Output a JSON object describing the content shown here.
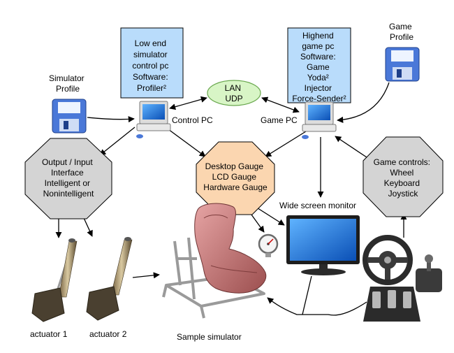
{
  "low_end_pc_box": {
    "lines": [
      "Low end",
      "simulator",
      "control pc",
      "Software:",
      "Profiler²"
    ]
  },
  "highend_pc_box": {
    "lines": [
      "Highend",
      "game pc",
      "Software:",
      "Game",
      "Yoda²",
      "Injector",
      "Force-Sender²"
    ]
  },
  "lan": {
    "lines": [
      "LAN",
      "UDP"
    ]
  },
  "simulator_profile": {
    "lines": [
      "Simulator",
      "Profile"
    ]
  },
  "game_profile": {
    "lines": [
      "Game",
      "Profile"
    ]
  },
  "control_pc_label": "Control PC",
  "game_pc_label": "Game PC",
  "io_interface": {
    "lines": [
      "Output / Input",
      "Interface",
      "Intelligent or",
      "Nonintelligent"
    ]
  },
  "gauges": {
    "lines": [
      "Desktop Gauge",
      "LCD Gauge",
      "Hardware Gauge"
    ]
  },
  "game_controls": {
    "lines": [
      "Game controls:",
      "Wheel",
      "Keyboard",
      "Joystick"
    ]
  },
  "monitor_label": "Wide screen monitor",
  "actuator_1_label": "actuator 1",
  "actuator_2_label": "actuator 2",
  "simulator_label": "Sample simulator",
  "colors": {
    "pc_box_fill": "#b9dcfb",
    "lan_fill": "#d8f5c6",
    "lan_stroke": "#6aa84f",
    "octagon_gray": "#d4d4d4",
    "octagon_orange": "#fbd6b0",
    "seat": "#c47a7a",
    "disk": "#4a78d8"
  }
}
